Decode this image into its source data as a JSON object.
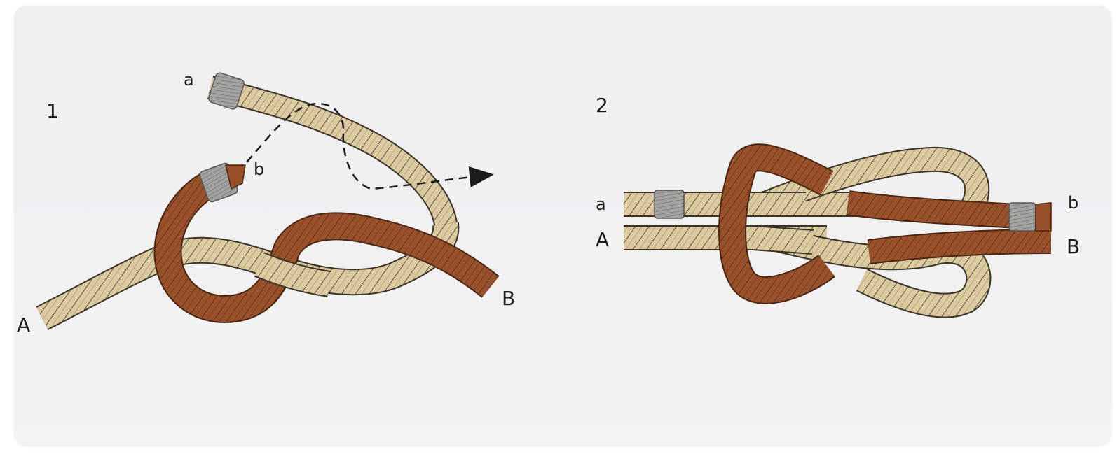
{
  "panel1": {
    "step_label": "1",
    "end_a": "a",
    "end_b": "b",
    "end_A": "A",
    "end_B": "B"
  },
  "panel2": {
    "step_label": "2",
    "end_a": "a",
    "end_b": "b",
    "end_A": "A",
    "end_B": "B"
  },
  "colors": {
    "background": "#efeff0",
    "light_rope": "#dccaa0",
    "light_rope_outline": "#3a3328",
    "dark_rope": "#98512a",
    "dark_rope_outline": "#4a2512",
    "whipping": "#9a9a98",
    "arrow": "#1b1b1b"
  }
}
